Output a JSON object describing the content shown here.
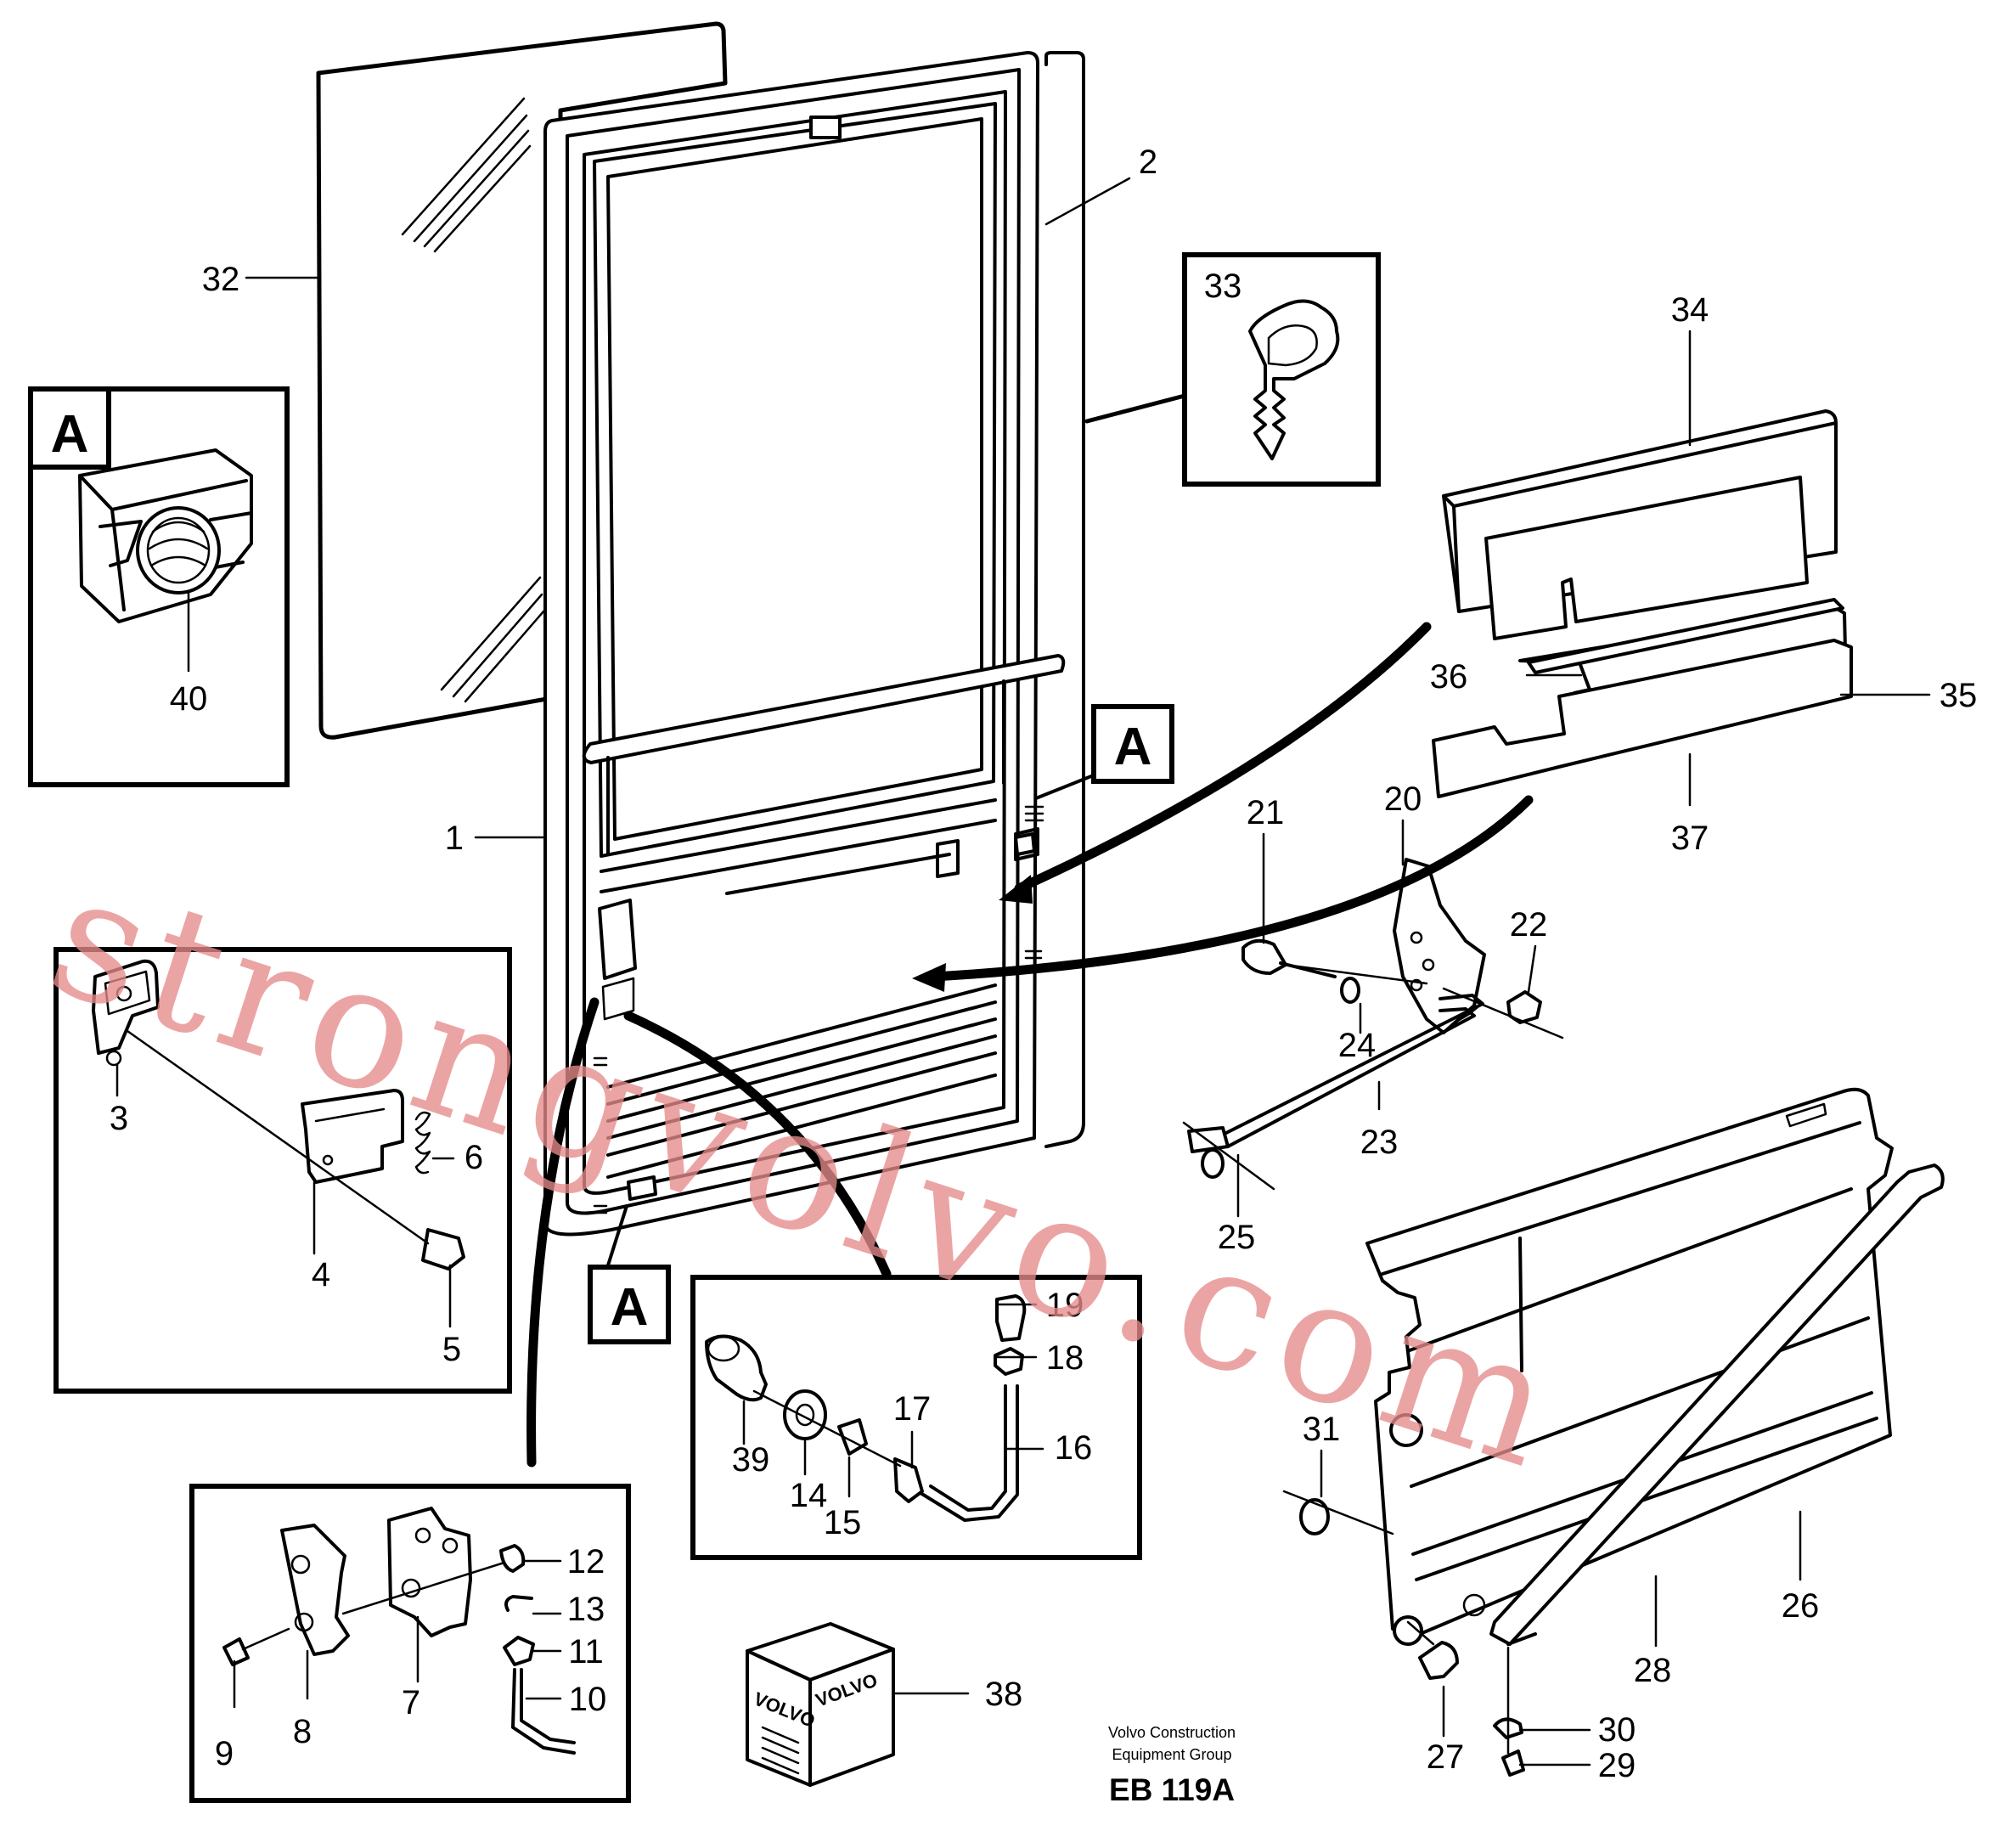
{
  "diagram": {
    "detail_letter": "A",
    "callouts": {
      "c1": "1",
      "c2": "2",
      "c3": "3",
      "c4": "4",
      "c5": "5",
      "c6": "6",
      "c7": "7",
      "c8": "8",
      "c9": "9",
      "c10": "10",
      "c11": "11",
      "c12": "12",
      "c13": "13",
      "c14": "14",
      "c15": "15",
      "c16": "16",
      "c17": "17",
      "c18": "18",
      "c19": "19",
      "c20": "20",
      "c21": "21",
      "c22": "22",
      "c23": "23",
      "c24": "24",
      "c25": "25",
      "c26": "26",
      "c27": "27",
      "c28": "28",
      "c29": "29",
      "c30": "30",
      "c31": "31",
      "c32": "32",
      "c33": "33",
      "c34": "34",
      "c35": "35",
      "c36": "36",
      "c37": "37",
      "c38": "38",
      "c39": "39",
      "c40": "40"
    },
    "cube_brand": "VOLVO",
    "caption_line1": "Volvo Construction",
    "caption_line2": "Equipment Group",
    "drawing_code": "EB 119A",
    "watermark": "strongvolvo.com"
  }
}
